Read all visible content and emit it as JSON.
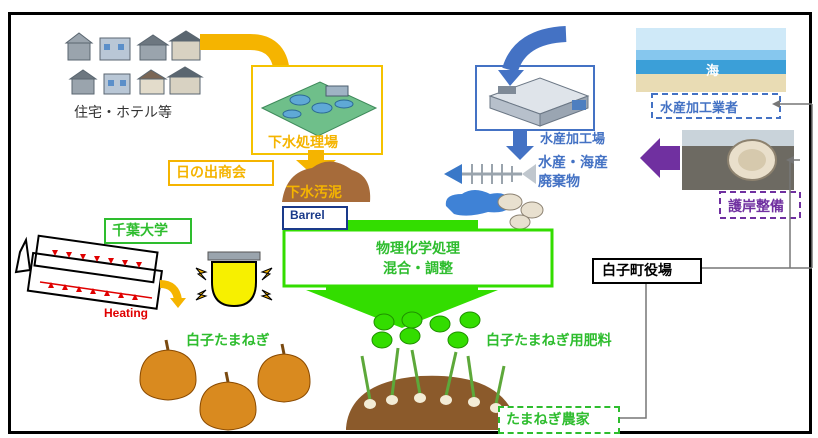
{
  "labels": {
    "housing": "住宅・ホテル等",
    "sewage_plant": "下水処理場",
    "hinode": "日の出商会",
    "sludge": "下水汚泥",
    "barrel": "Barrel",
    "seafood_plant": "水産加工場",
    "seafood_waste": "水産・海産\n廃棄物",
    "sea": "海",
    "seafood_processor": "水産加工業者",
    "coast": "護岸整備",
    "chiba_univ": "千葉大学",
    "heating": "Heating",
    "process_line1": "物理化学処理",
    "process_line2": "混合・調整",
    "town_office": "白子町役場",
    "onion": "白子たまねぎ",
    "fertilizer": "白子たまねぎ用肥料",
    "farmer": "たまねぎ農家"
  },
  "colors": {
    "orange": "#F5B400",
    "blue": "#4472C4",
    "green": "#2EBD2E",
    "bright_green": "#33DD00",
    "purple": "#7030A0",
    "brown": "#A66B3A",
    "red": "#E00000"
  }
}
